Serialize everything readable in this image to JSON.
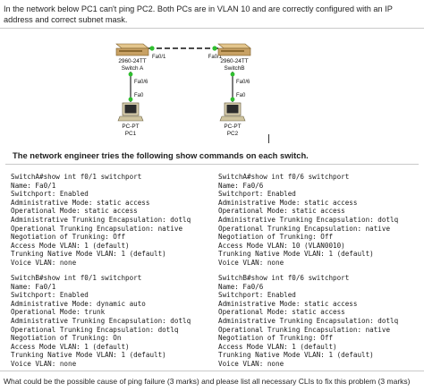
{
  "question": "In the network below PC1 can't ping PC2. Both PCs are in VLAN 10 and are correctly configured with an IP address and correct subnet mask.",
  "diagram": {
    "switch_a": {
      "model": "2960-24TT",
      "name": "Switch A"
    },
    "switch_b": {
      "model": "2960-24TT",
      "name": "SwitchB"
    },
    "pc1": {
      "type": "PC-PT",
      "name": "PC1"
    },
    "pc2": {
      "type": "PC-PT",
      "name": "PC2"
    },
    "ports": {
      "a_trunk": "Fa0/1",
      "b_trunk": "Fa0/1",
      "a_access": "Fa0/6",
      "b_access": "Fa0/6",
      "pc1_port": "Fa0",
      "pc2_port": "Fa0"
    }
  },
  "subheading": "The network engineer tries the following show commands on each switch.",
  "outputs": [
    {
      "lines": [
        "SwitchA#show int f0/1 switchport",
        "Name: Fa0/1",
        "Switchport: Enabled",
        "Administrative Mode: static access",
        "Operational Mode: static access",
        "Administrative Trunking Encapsulation: dotlq",
        "Operational Trunking Encapsulation: native",
        "Negotiation of Trunking: Off",
        "Access Mode VLAN: 1 (default)",
        "Trunking Native Mode VLAN: 1 (default)",
        "Voice VLAN: none"
      ]
    },
    {
      "lines": [
        "SwitchA#show int f0/6 switchport",
        "Name: Fa0/6",
        "Switchport: Enabled",
        "Administrative Mode: static access",
        "Operational Mode: static access",
        "Administrative Trunking Encapsulation: dotlq",
        "Operational Trunking Encapsulation: native",
        "Negotiation of Trunking: Off",
        "Access Mode VLAN: 10 (VLAN0010)",
        "Trunking Native Mode VLAN: 1 (default)",
        "Voice VLAN: none"
      ]
    },
    {
      "lines": [
        "SwitchB#show int f0/1 switchport",
        "Name: Fa0/1",
        "Switchport: Enabled",
        "Administrative Mode: dynamic auto",
        "Operational Mode: trunk",
        "Administrative Trunking Encapsulation: dotlq",
        "Operational Trunking Encapsulation: dotlq",
        "Negotiation of Trunking: On",
        "Access Mode VLAN: 1 (default)",
        "Trunking Native Mode VLAN: 1 (default)",
        "Voice VLAN: none"
      ]
    },
    {
      "lines": [
        "SwitchB#show int f0/6 switchport",
        "Name: Fa0/6",
        "Switchport: Enabled",
        "Administrative Mode: static access",
        "Operational Mode: static access",
        "Administrative Trunking Encapsulation: dotlq",
        "Operational Trunking Encapsulation: native",
        "Negotiation of Trunking: Off",
        "Access Mode VLAN: 1 (default)",
        "Trunking Native Mode VLAN: 1 (default)",
        "Voice VLAN: none"
      ]
    }
  ],
  "footer_question": "What could be the possible cause of ping failure (3 marks) and  please list all necessary CLIs to fix this problem (3 marks)",
  "colors": {
    "link_green": "#2fbf2f",
    "switch_tan": "#c8a164",
    "pc_beige": "#d9cfb0"
  }
}
